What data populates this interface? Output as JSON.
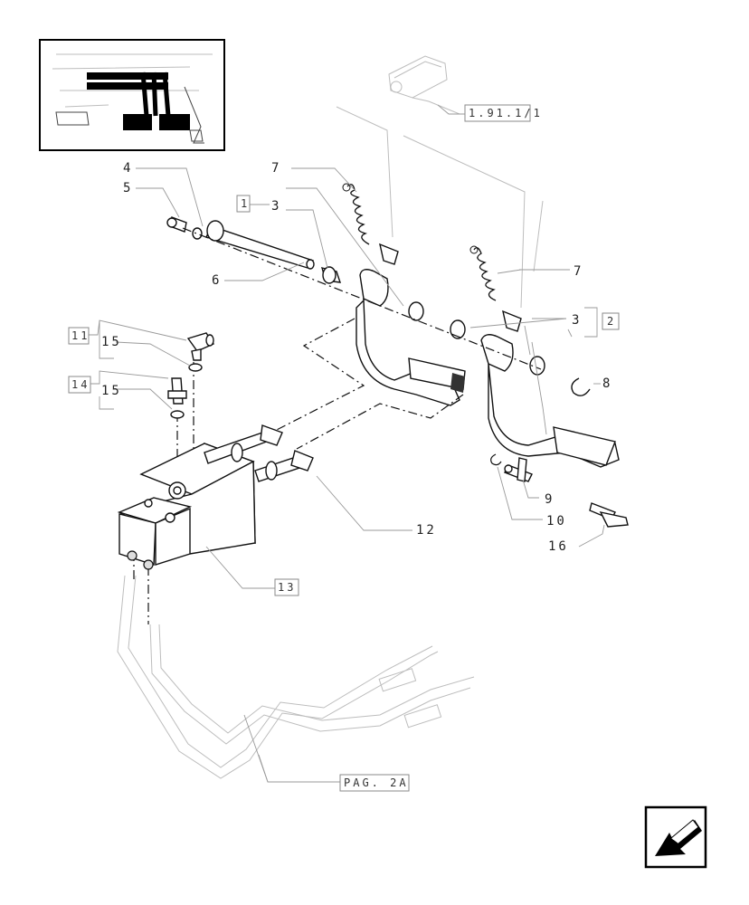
{
  "diagram": {
    "callouts": {
      "c4": "4",
      "c5": "5",
      "c6": "6",
      "c7a": "7",
      "c7b": "7",
      "c3a": "3",
      "c3b": "3",
      "c8": "8",
      "c9": "9",
      "c10": "10",
      "c12": "12",
      "c15a": "15",
      "c15b": "15",
      "c16": "16"
    },
    "boxed": {
      "b1": "1",
      "b2": "2",
      "b11": "11",
      "b13": "13",
      "b14": "14"
    },
    "references": {
      "ref_top": "1.91.1/1",
      "ref_pag": "PAG. 2A"
    },
    "nav_icon": "back-arrow-icon"
  }
}
